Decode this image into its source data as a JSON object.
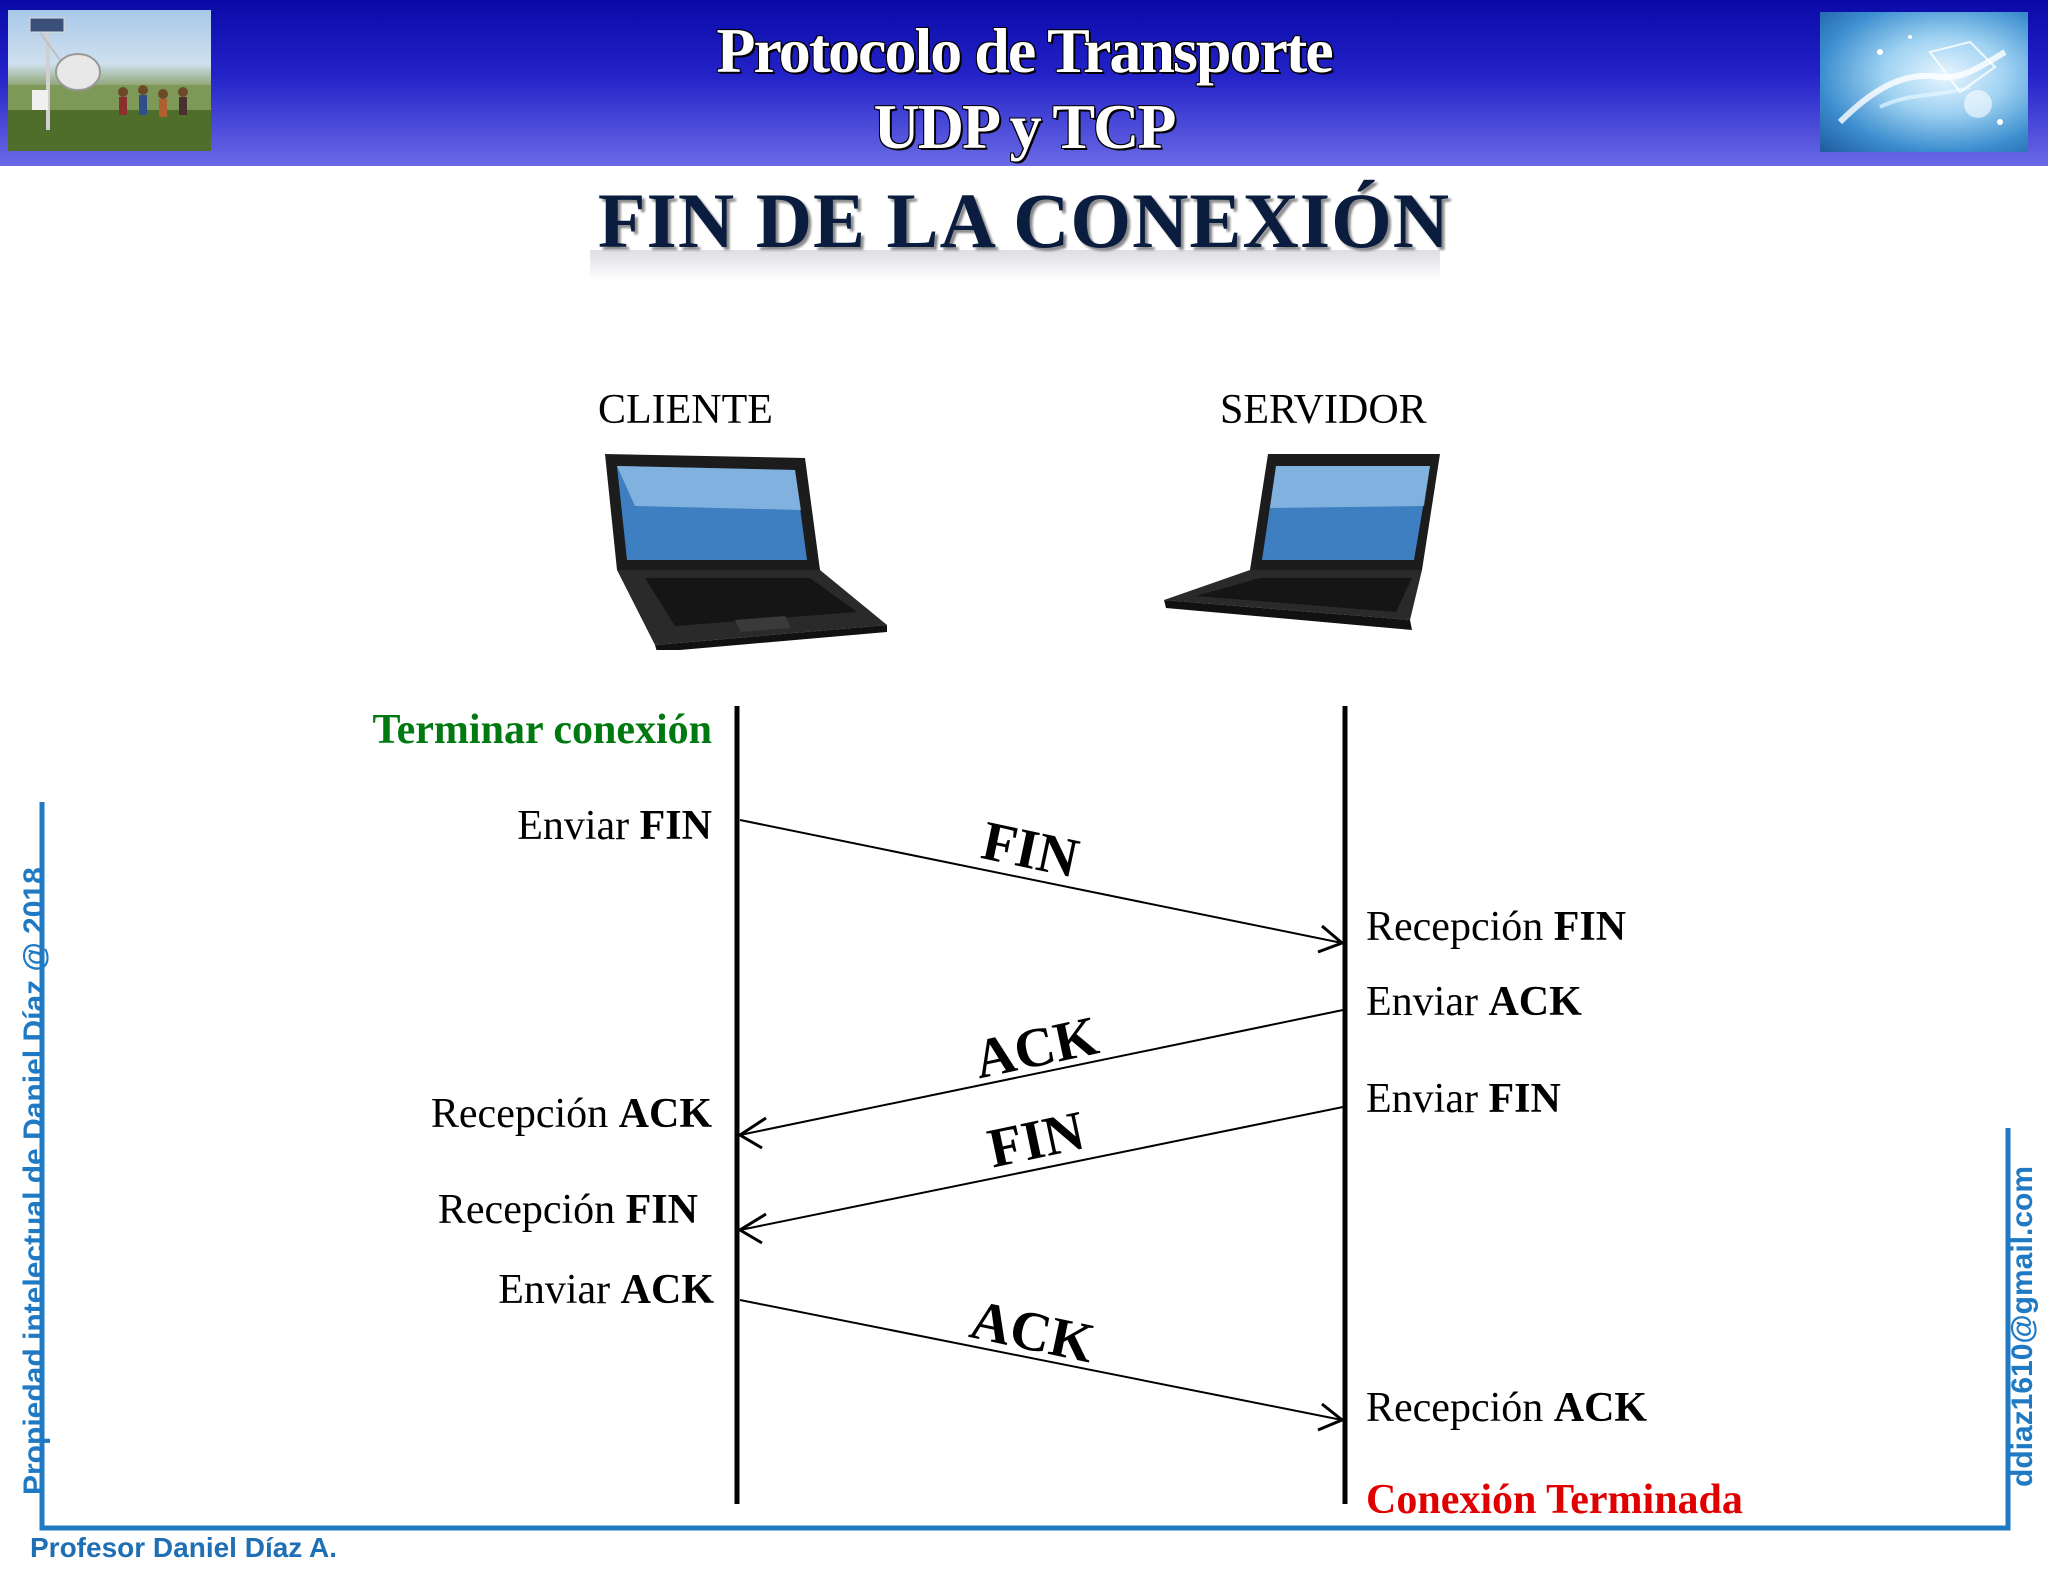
{
  "header": {
    "title_line1": "Protocolo de Transporte",
    "title_line2": "UDP y TCP"
  },
  "main_title": "FIN DE LA CONEXIÓN",
  "hosts": {
    "client": "CLIENTE",
    "server": "SERVIDOR"
  },
  "client_events": {
    "start_status": "Terminar conexión",
    "send_fin": {
      "prefix": "Enviar",
      "bold": "FIN"
    },
    "receive_ack": {
      "prefix": "Recepción",
      "bold": "ACK"
    },
    "receive_fin": {
      "prefix": "Recepción",
      "bold": "FIN"
    },
    "send_ack": {
      "prefix": "Enviar",
      "bold": "ACK"
    }
  },
  "server_events": {
    "receive_fin": {
      "prefix": "Recepción",
      "bold": "FIN"
    },
    "send_ack": {
      "prefix": "Enviar",
      "bold": "ACK"
    },
    "send_fin": {
      "prefix": "Enviar",
      "bold": "FIN"
    },
    "receive_ack": {
      "prefix": "Recepción",
      "bold": "ACK"
    },
    "end_status": "Conexión Terminada"
  },
  "messages": [
    "FIN",
    "ACK",
    "FIN",
    "ACK"
  ],
  "copyright": "Propiedad intelectual de Daniel Díaz @ 2018",
  "email": "ddiaz1610@gmail.com",
  "author": "Profesor Daniel Díaz A.",
  "colors": {
    "header_blue": "#1a1ab8",
    "status_green": "#007a10",
    "status_red": "#e00000",
    "footer_blue": "#1f7ac3",
    "title_navy": "#0b1d3f"
  },
  "icons": [
    "laptop-icon",
    "antenna-photo",
    "digital-hand-image"
  ]
}
